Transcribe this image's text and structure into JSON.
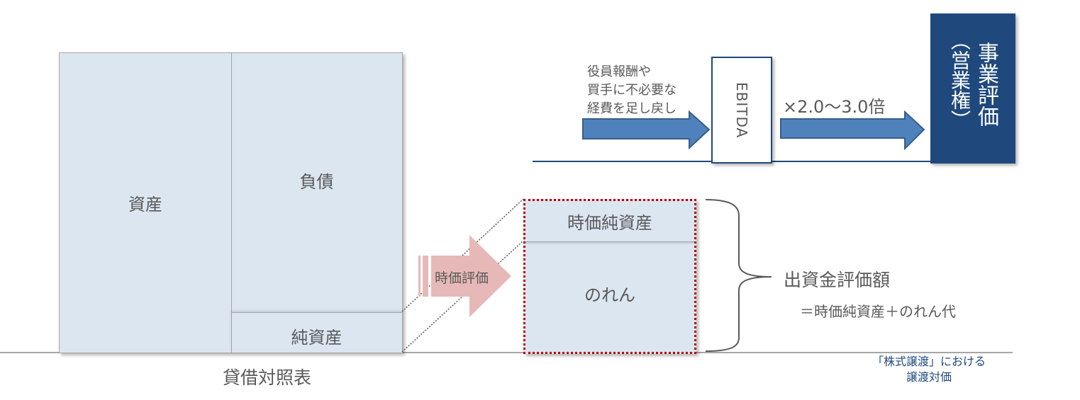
{
  "colors": {
    "light_fill": "#dce6f1",
    "dark_navy": "#1f497d",
    "arrow_blue": "#4f81bd",
    "arrow_pink": "#e6b9b8",
    "dotted_red": "#c00000",
    "text_gray": "#595959",
    "note_blue": "#1f497d"
  },
  "balance_sheet": {
    "assets": "資産",
    "liabilities": "負債",
    "net_assets": "純資産",
    "caption": "貸借対照表"
  },
  "revaluation_arrow": {
    "label": "時価評価"
  },
  "valuation_box": {
    "market_net_assets": "時価純資産",
    "goodwill": "のれん"
  },
  "equity_value": {
    "title": "出資金評価額",
    "formula": "＝時価純資産＋のれん代"
  },
  "share_transfer_note": {
    "line1": "「株式譲渡」における",
    "line2": "譲渡対価"
  },
  "ebitda_flow": {
    "adjustment_lines": [
      "役員報酬や",
      "買手に不必要な",
      "経費を足し戻し"
    ],
    "ebitda_label": "EBITDA",
    "multiple_label": "×2.0〜3.0倍",
    "business_value_col1": "事業評価",
    "business_value_col2": "（営業権）"
  }
}
